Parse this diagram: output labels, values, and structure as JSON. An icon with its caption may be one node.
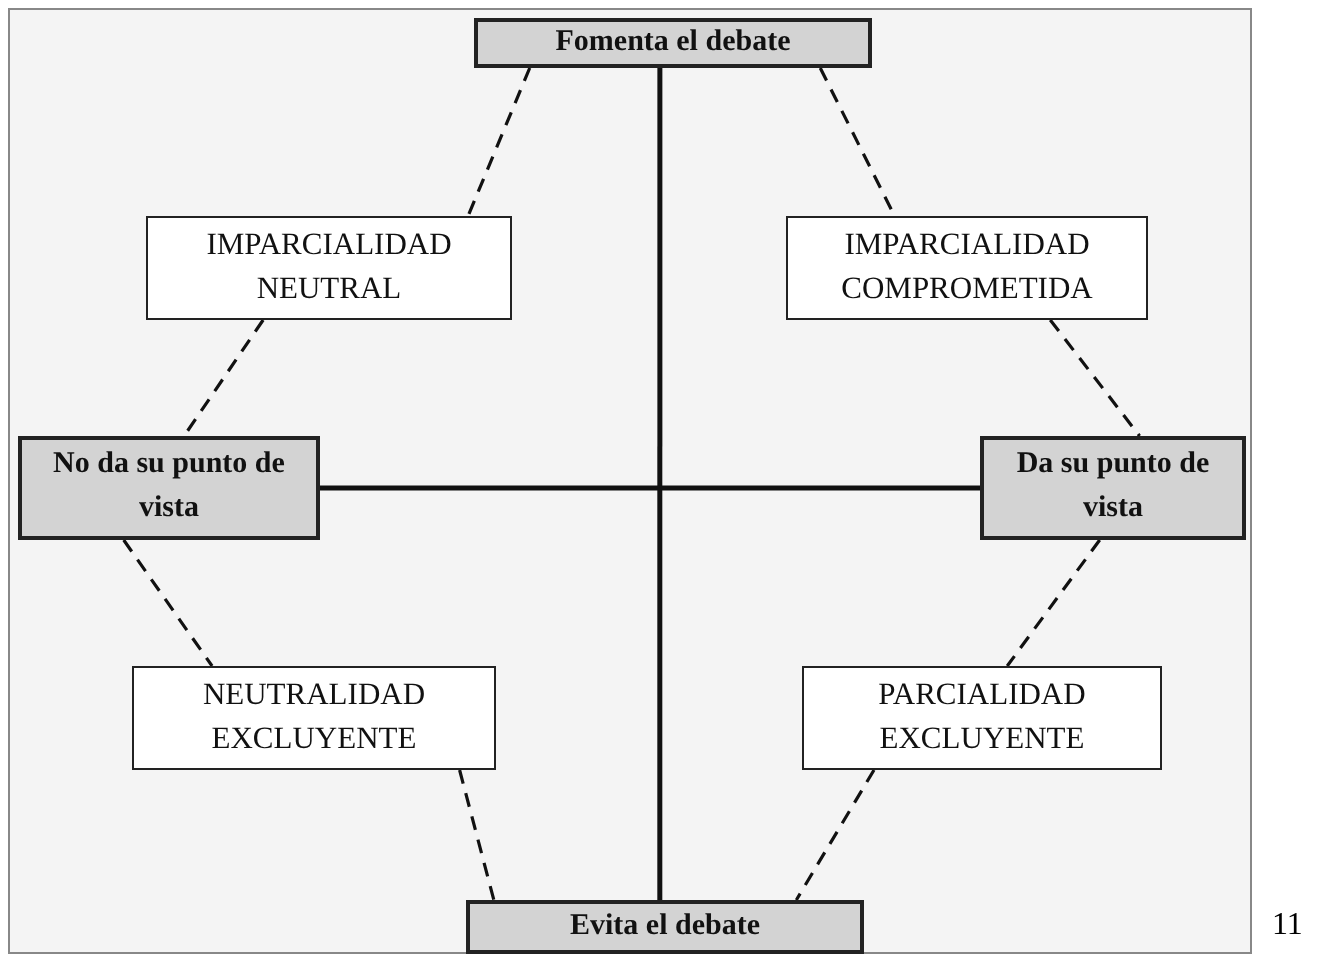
{
  "diagram": {
    "nodes": [
      {
        "text": [
          "Fomenta el debate"
        ]
      },
      {
        "text": [
          "IMPARCIALIDAD NEUTRAL"
        ]
      },
      {
        "text": [
          "IMPARCIALIDAD COMPROMETIDA"
        ]
      },
      {
        "text": [
          "No da su punto de vista"
        ]
      },
      {
        "text": [
          "Da su punto de vista"
        ]
      },
      {
        "text": [
          "NEUTRALIDAD EXCLUYENTE"
        ]
      },
      {
        "text": [
          "PARCIALIDAD EXCLUYENTE"
        ]
      },
      {
        "text": [
          "Evita el debate"
        ]
      }
    ],
    "edges": [
      {
        "from": 0,
        "to": 7,
        "arrow": "none"
      },
      {
        "from": 3,
        "to": 4,
        "arrow": "none"
      },
      {
        "from": 0,
        "to": 1,
        "arrow": "none",
        "style": "dashed"
      },
      {
        "from": 0,
        "to": 2,
        "arrow": "none",
        "style": "dashed"
      },
      {
        "from": 1,
        "to": 3,
        "arrow": "none",
        "style": "dashed"
      },
      {
        "from": 2,
        "to": 4,
        "arrow": "none",
        "style": "dashed"
      },
      {
        "from": 3,
        "to": 5,
        "arrow": "none",
        "style": "dashed"
      },
      {
        "from": 4,
        "to": 6,
        "arrow": "none",
        "style": "dashed"
      },
      {
        "from": 5,
        "to": 7,
        "arrow": "none",
        "style": "dashed"
      },
      {
        "from": 6,
        "to": 7,
        "arrow": "none",
        "style": "dashed"
      }
    ],
    "labels": [
      "11"
    ]
  }
}
